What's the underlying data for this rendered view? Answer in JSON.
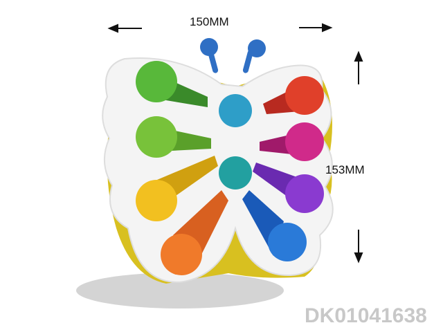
{
  "dimensions": {
    "width_label": "150MM",
    "height_label": "153MM"
  },
  "product_code": "DK01041638",
  "colors": {
    "frame": "#f4f4f4",
    "antenna": "#2f6fc4",
    "center_top": "#2e9ec8",
    "center_bottom": "#22a0a0",
    "left_pops": [
      "#58b83a",
      "#78c23a",
      "#f2c020",
      "#f07a2a"
    ],
    "right_pops": [
      "#e0402a",
      "#d02a8a",
      "#8a3ad0",
      "#2a7ad8"
    ],
    "code_text": "#c8c8c8"
  }
}
